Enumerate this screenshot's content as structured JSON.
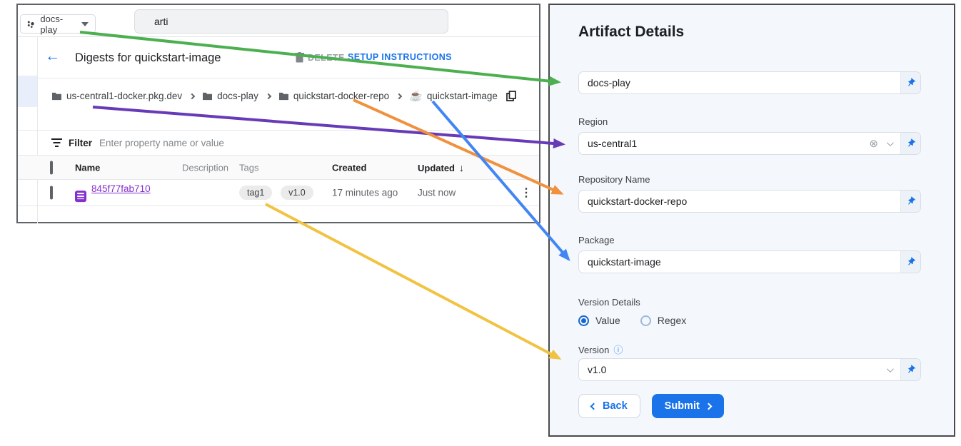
{
  "colors": {
    "accent_blue": "#1a73e8",
    "link_purple": "#8430ce",
    "panel_bg": "#f4f8fc"
  },
  "arrows": [
    {
      "name": "project-arrow",
      "color": "#4caf50"
    },
    {
      "name": "region-arrow",
      "color": "#673ab7"
    },
    {
      "name": "repository-arrow",
      "color": "#f0913e"
    },
    {
      "name": "package-arrow",
      "color": "#4285f4"
    },
    {
      "name": "version-arrow",
      "color": "#f2c342"
    }
  ],
  "console": {
    "project_picker": {
      "label": "docs-play"
    },
    "search": {
      "value": "arti"
    },
    "header": {
      "title": "Digests for quickstart-image",
      "delete_label": "DELETE",
      "setup_label": "SETUP INSTRUCTIONS"
    },
    "breadcrumb": {
      "registry": "us-central1-docker.pkg.dev",
      "project": "docs-play",
      "repository": "quickstart-docker-repo",
      "package": "quickstart-image"
    },
    "filter": {
      "label": "Filter",
      "placeholder": "Enter property name or value"
    },
    "table": {
      "headers": {
        "name": "Name",
        "description": "Description",
        "tags": "Tags",
        "created": "Created",
        "updated": "Updated"
      },
      "row": {
        "name": "845f77fab710",
        "tags": [
          "tag1",
          "v1.0"
        ],
        "created": "17 minutes ago",
        "updated": "Just now"
      }
    }
  },
  "panel": {
    "title": "Artifact Details",
    "project": {
      "value": "docs-play"
    },
    "region": {
      "label": "Region",
      "value": "us-central1"
    },
    "repository": {
      "label": "Repository Name",
      "value": "quickstart-docker-repo"
    },
    "package": {
      "label": "Package",
      "value": "quickstart-image"
    },
    "version_details": {
      "label": "Version Details",
      "options": [
        "Value",
        "Regex"
      ],
      "selected": "Value"
    },
    "version": {
      "label": "Version",
      "value": "v1.0"
    },
    "back_label": "Back",
    "submit_label": "Submit"
  }
}
